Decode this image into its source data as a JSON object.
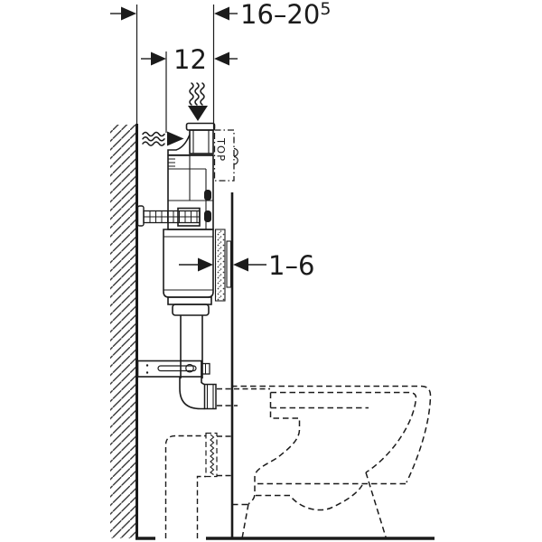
{
  "diagram": {
    "type": "technical-installation-drawing",
    "subject": "concealed cistern installation with WC pan, side section",
    "background_color": "#ffffff",
    "line_color": "#1b1b1b",
    "dimensions": {
      "depth_range": {
        "main": "16–20",
        "sup": "5"
      },
      "supply_offset": "12",
      "finish_depth": "1–6"
    },
    "labels": {
      "top": "TOP"
    }
  }
}
